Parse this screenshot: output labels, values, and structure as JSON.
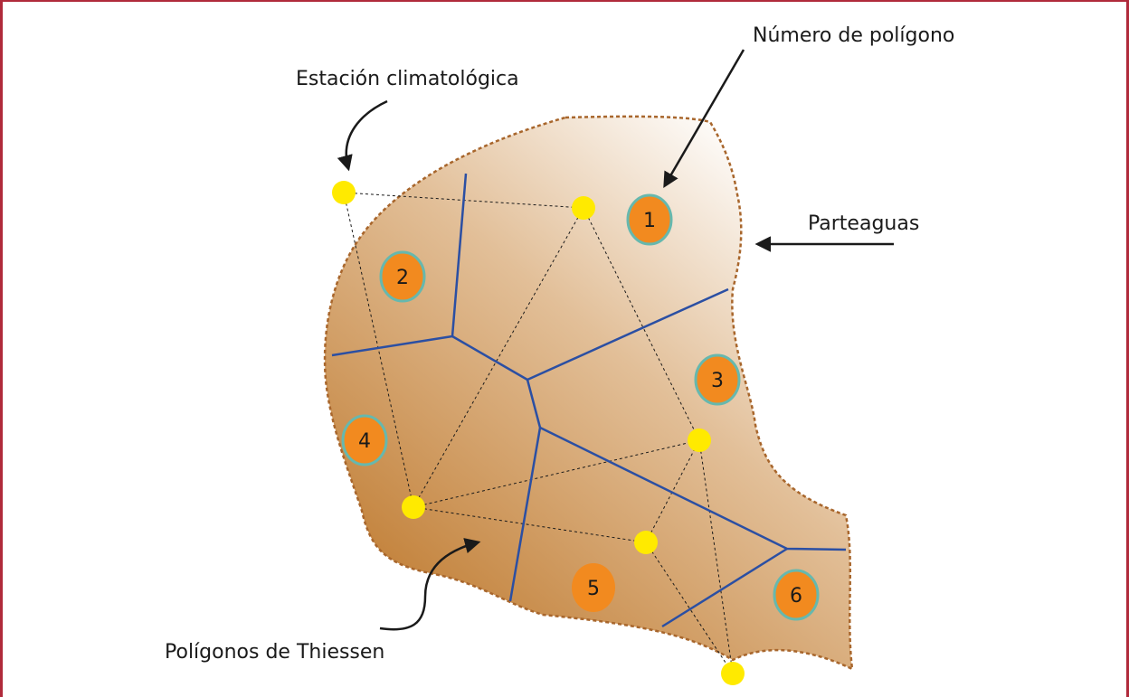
{
  "labels": {
    "numero_poligono": "Número de polígono",
    "estacion": "Estación climatológica",
    "parteaguas": "Parteaguas",
    "poligonos_thiessen": "Polígonos de Thiessen"
  },
  "polygons": [
    {
      "num": "1"
    },
    {
      "num": "2"
    },
    {
      "num": "3"
    },
    {
      "num": "4"
    },
    {
      "num": "5"
    },
    {
      "num": "6"
    }
  ],
  "colors": {
    "frame": "#b02a3b",
    "watershed_outline": "#a8662c",
    "thiessen_lines": "#2b4fa3",
    "station": "#ffea00",
    "polygon_badge": "#f28a1f",
    "polygon_badge_ring": "#66b8ae",
    "fill_dark": "#c4843e",
    "fill_light": "#ffffff"
  }
}
